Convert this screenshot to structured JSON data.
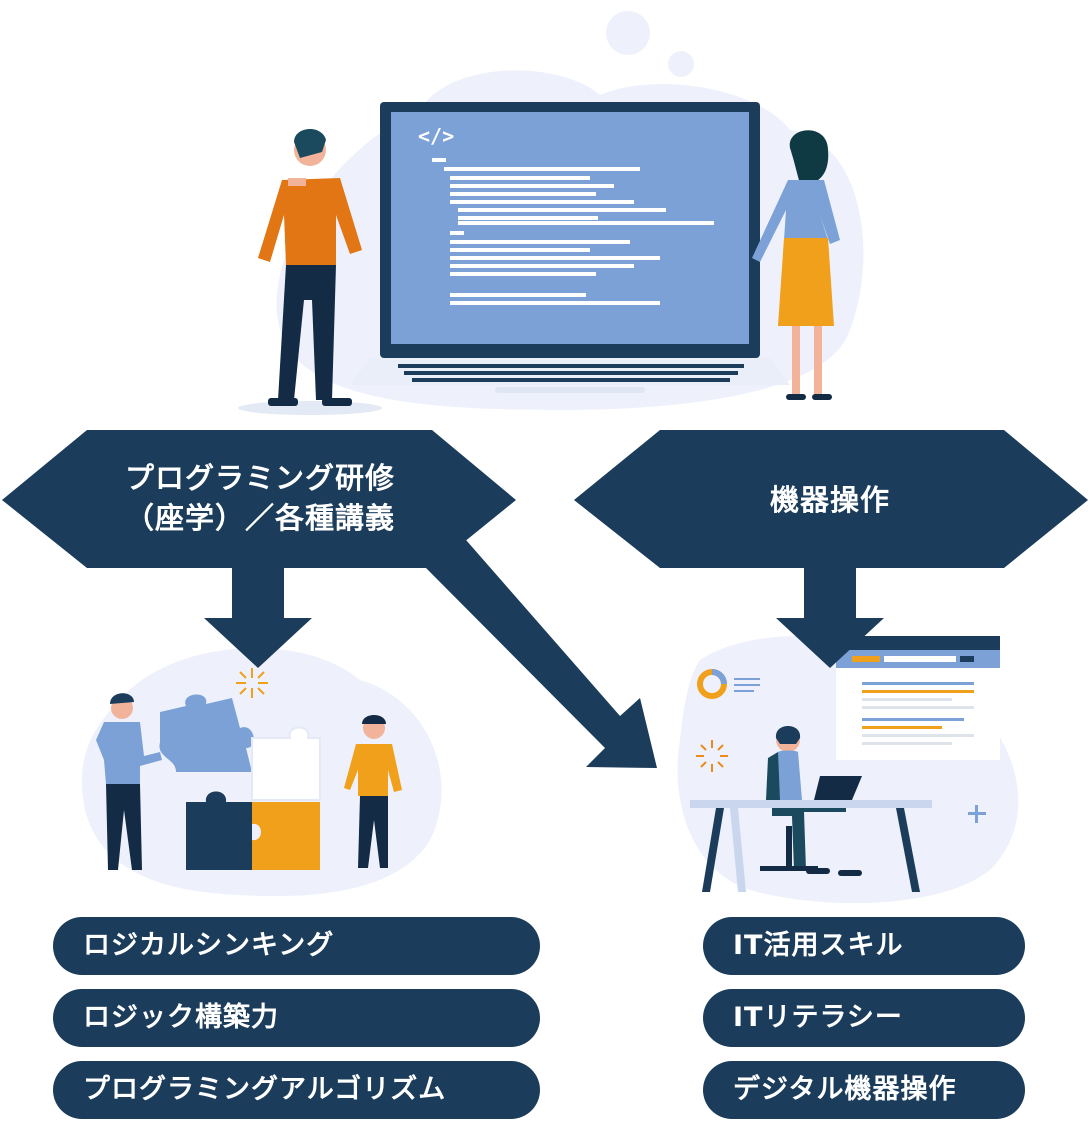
{
  "left_box": {
    "line1": "プログラミング研修",
    "line2": "（座学）／各種講義"
  },
  "right_box": {
    "label": "機器操作"
  },
  "left_items": [
    "ロジカルシンキング",
    "ロジック構築力",
    "プログラミングアルゴリズム"
  ],
  "right_items": [
    "IT活用スキル",
    "ITリテラシー",
    "デジタル機器操作"
  ],
  "screen_code_symbol": "</>",
  "colors": {
    "navy": "#1b3c5a",
    "screen": "#7ba1d6",
    "orange": "#ee8a1a",
    "yellow": "#f0a01a",
    "blob": "#eef1fb"
  }
}
